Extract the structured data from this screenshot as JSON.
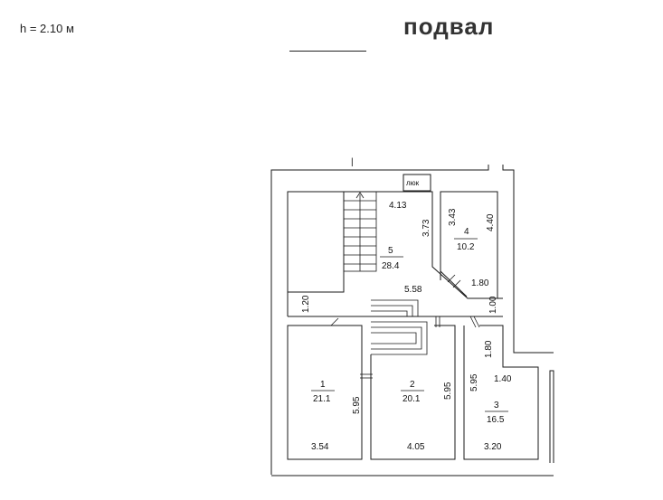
{
  "header": {
    "ceiling_height": "h = 2.10 м",
    "title": "подвал"
  },
  "plan": {
    "hatch_label": "люк",
    "rooms": [
      {
        "number": "1",
        "area": "21.1",
        "width": "3.54",
        "length": "5.95"
      },
      {
        "number": "2",
        "area": "20.1",
        "width": "4.05",
        "length": "5.95"
      },
      {
        "number": "3",
        "area": "16.5",
        "width": "3.20",
        "length": "5.95",
        "extra": "1.40",
        "extra2": "1.80"
      },
      {
        "number": "4",
        "area": "10.2",
        "width": "1.80",
        "length": "4.40",
        "extra": "3.43"
      },
      {
        "number": "5",
        "area": "28.4",
        "width": "4.13",
        "length": "5.58",
        "extra": "3.73",
        "extra2": "1.20",
        "extra3": "1.00"
      }
    ],
    "marker": "|"
  }
}
